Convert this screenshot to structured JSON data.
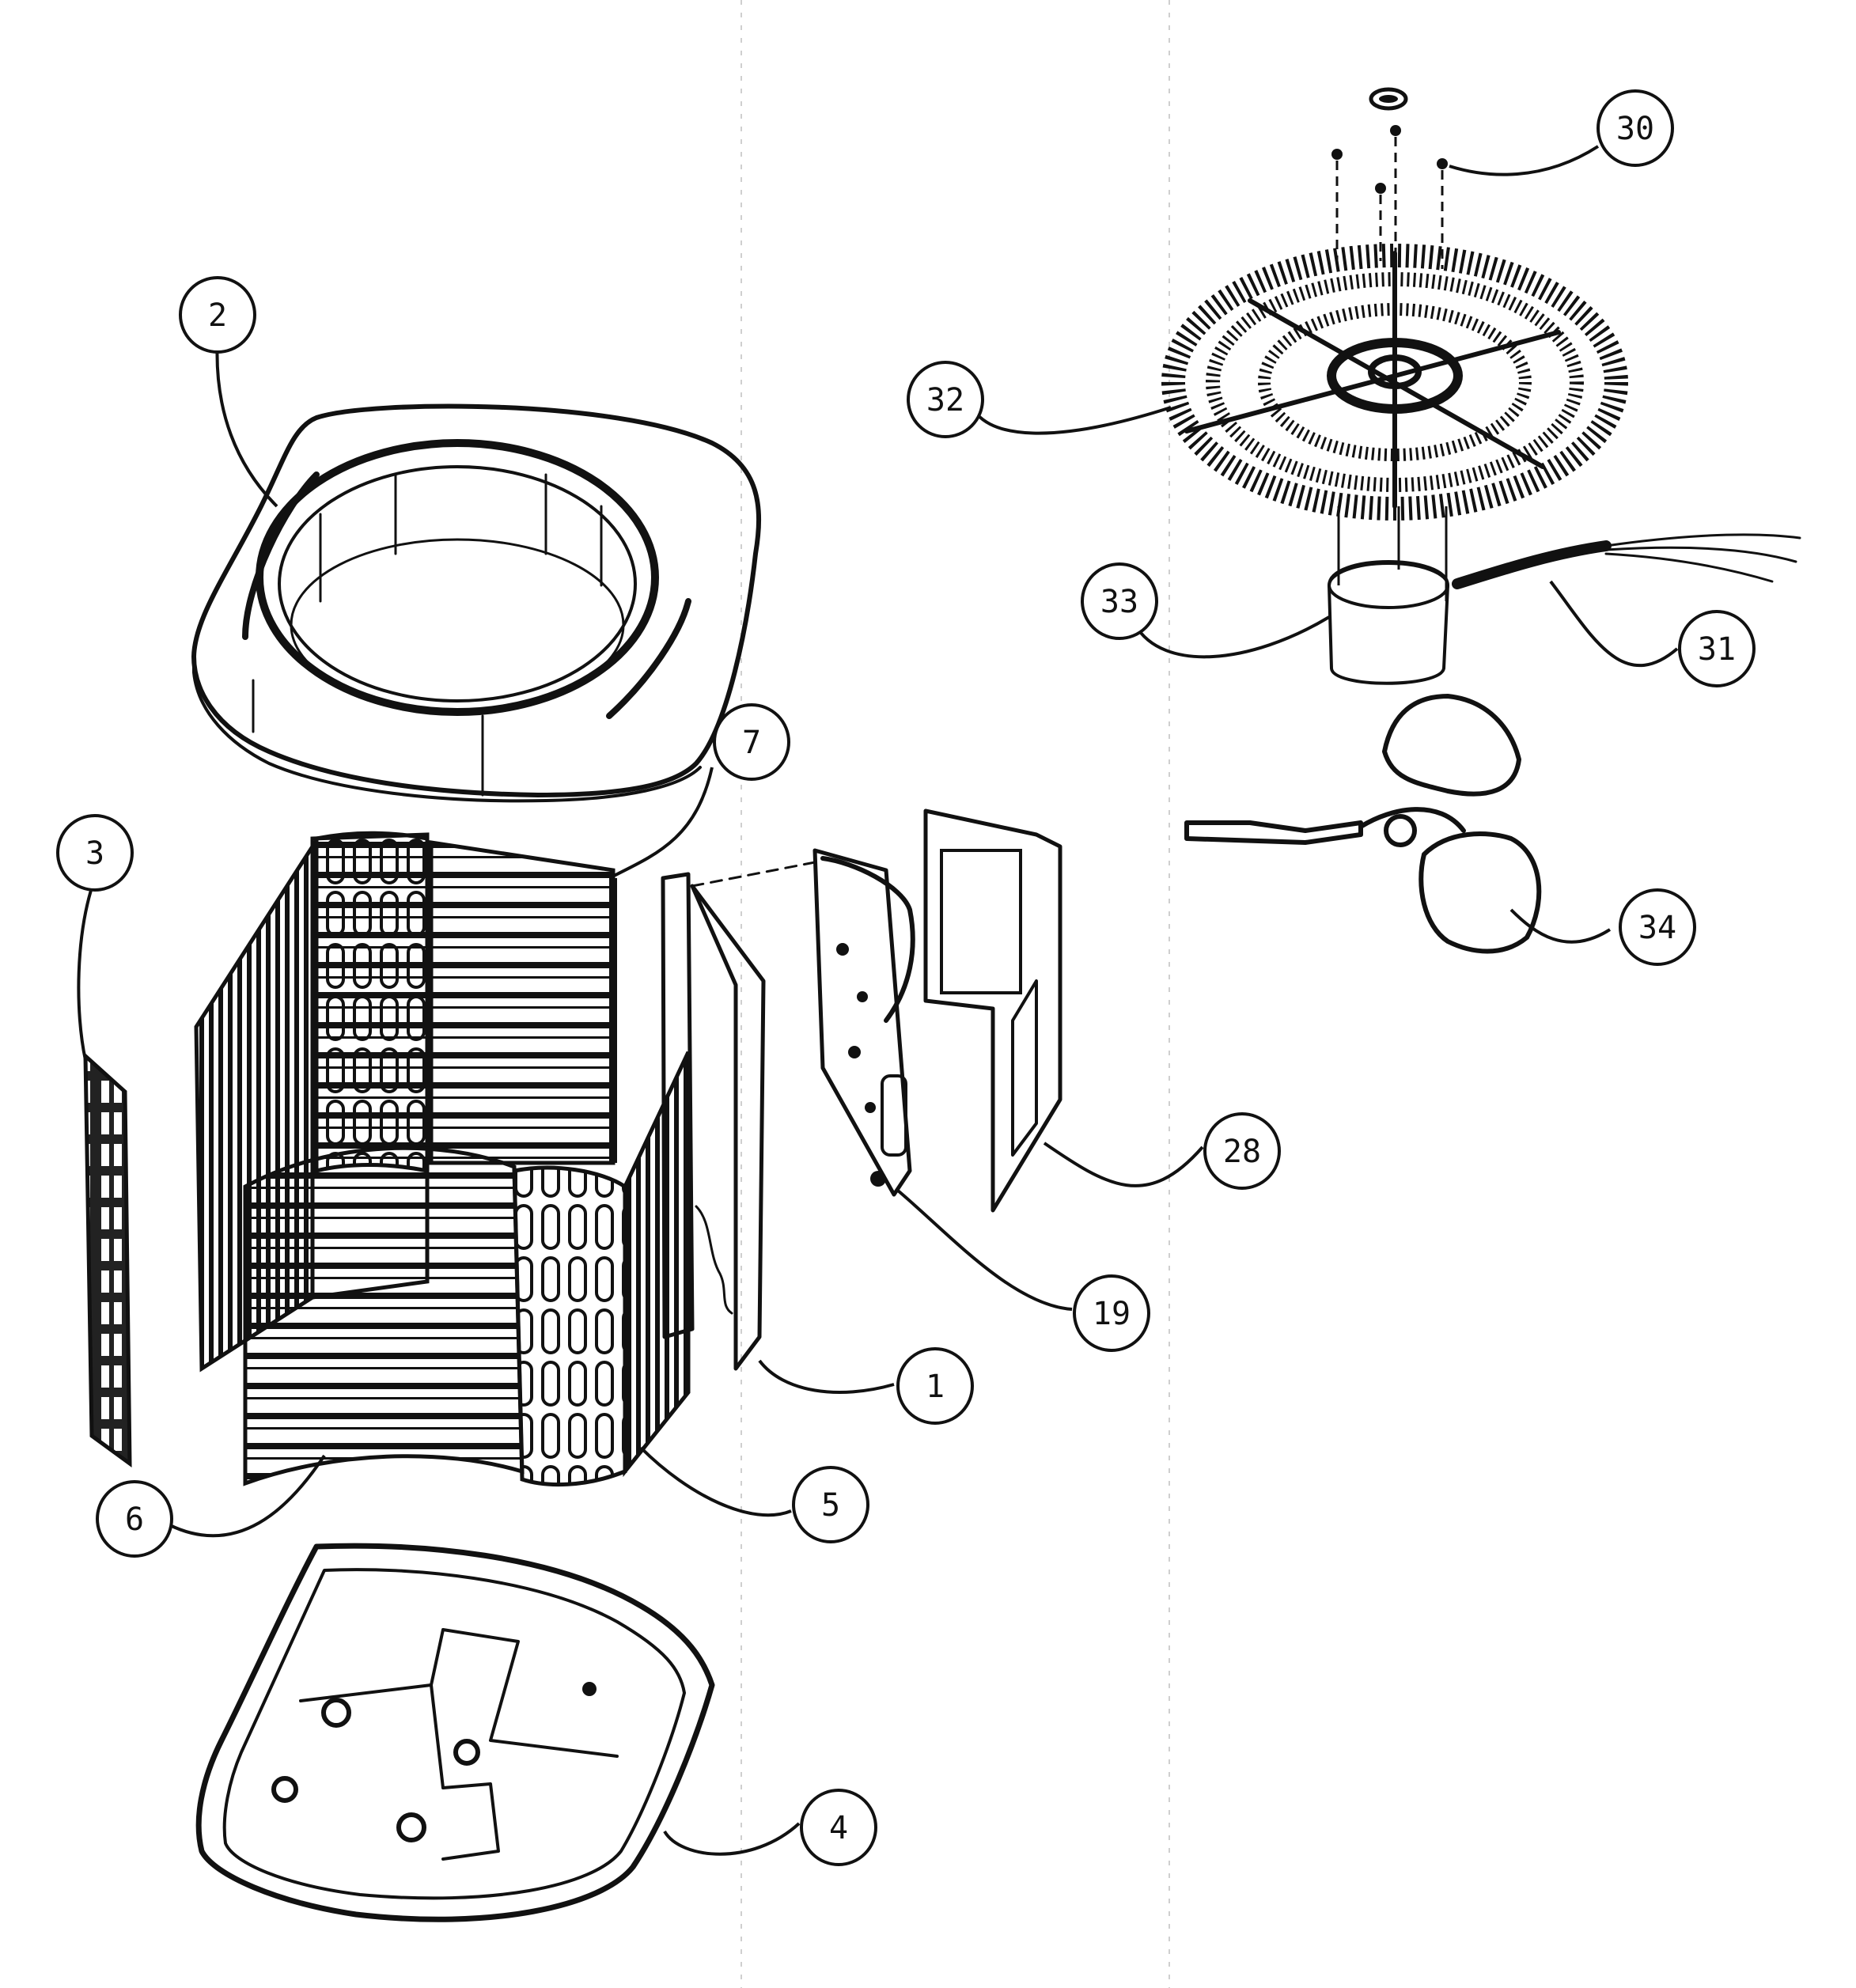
{
  "callouts": [
    {
      "id": "c2",
      "label": "2"
    },
    {
      "id": "c3",
      "label": "3"
    },
    {
      "id": "c7",
      "label": "7"
    },
    {
      "id": "c6",
      "label": "6"
    },
    {
      "id": "c5",
      "label": "5"
    },
    {
      "id": "c1",
      "label": "1"
    },
    {
      "id": "c19",
      "label": "19"
    },
    {
      "id": "c28",
      "label": "28"
    },
    {
      "id": "c4",
      "label": "4"
    },
    {
      "id": "c30",
      "label": "30"
    },
    {
      "id": "c32",
      "label": "32"
    },
    {
      "id": "c33",
      "label": "33"
    },
    {
      "id": "c31",
      "label": "31"
    },
    {
      "id": "c34",
      "label": "34"
    }
  ],
  "colors": {
    "line": "#111111",
    "background": "#ffffff"
  }
}
